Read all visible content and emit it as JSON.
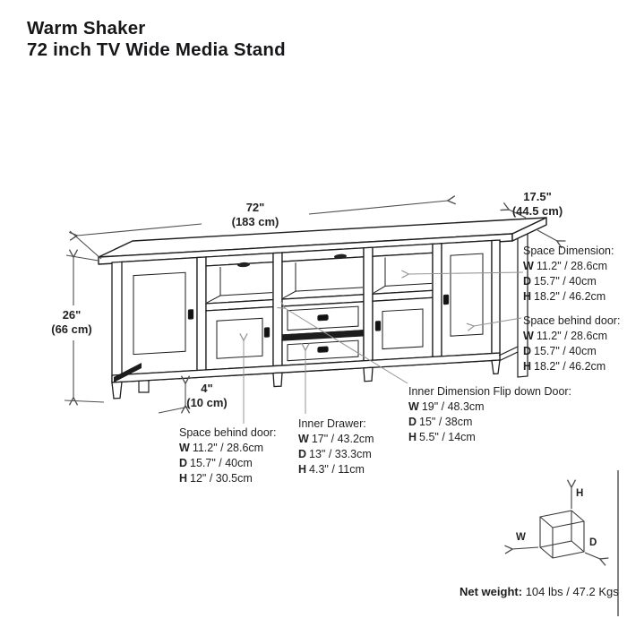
{
  "title": {
    "line1": "Warm Shaker",
    "line2": "72 inch TV Wide Media Stand"
  },
  "dims": {
    "width": {
      "in": "72\"",
      "cm": "(183 cm)"
    },
    "depth": {
      "in": "17.5\"",
      "cm": "(44.5 cm)"
    },
    "height": {
      "in": "26\"",
      "cm": "(66 cm)"
    },
    "clearance": {
      "in": "4\"",
      "cm": "(10 cm)"
    }
  },
  "callouts": {
    "space_dimension": {
      "title": "Space Dimension:",
      "rows": [
        {
          "k": "W",
          "v": "11.2\" / 28.6cm"
        },
        {
          "k": "D",
          "v": "15.7\" / 40cm"
        },
        {
          "k": "H",
          "v": "18.2\" / 46.2cm"
        }
      ]
    },
    "space_behind_door_right": {
      "title": "Space behind door:",
      "rows": [
        {
          "k": "W",
          "v": "11.2\" / 28.6cm"
        },
        {
          "k": "D",
          "v": "15.7\" / 40cm"
        },
        {
          "k": "H",
          "v": "18.2\" / 46.2cm"
        }
      ]
    },
    "space_behind_door_left": {
      "title": "Space behind door:",
      "rows": [
        {
          "k": "W",
          "v": "11.2\" / 28.6cm"
        },
        {
          "k": "D",
          "v": "15.7\" / 40cm"
        },
        {
          "k": "H",
          "v": "12\" / 30.5cm"
        }
      ]
    },
    "inner_drawer": {
      "title": "Inner Drawer:",
      "rows": [
        {
          "k": "W",
          "v": "17\" / 43.2cm"
        },
        {
          "k": "D",
          "v": "13\" / 33.3cm"
        },
        {
          "k": "H",
          "v": "4.3\" / 11cm"
        }
      ]
    },
    "flip_down_door": {
      "title": "Inner Dimension Flip down Door:",
      "rows": [
        {
          "k": "W",
          "v": "19\" / 48.3cm"
        },
        {
          "k": "D",
          "v": "15\" / 38cm"
        },
        {
          "k": "H",
          "v": "5.5\" / 14cm"
        }
      ]
    }
  },
  "net_weight": {
    "label": "Net weight:",
    "value": "104 lbs / 47.2 Kgs"
  },
  "cube": {
    "w": "W",
    "d": "D",
    "h": "H"
  },
  "style": {
    "ink": "#1d1d1d",
    "dimension_line": "#4d4d4d",
    "leader_line": "#949494"
  }
}
